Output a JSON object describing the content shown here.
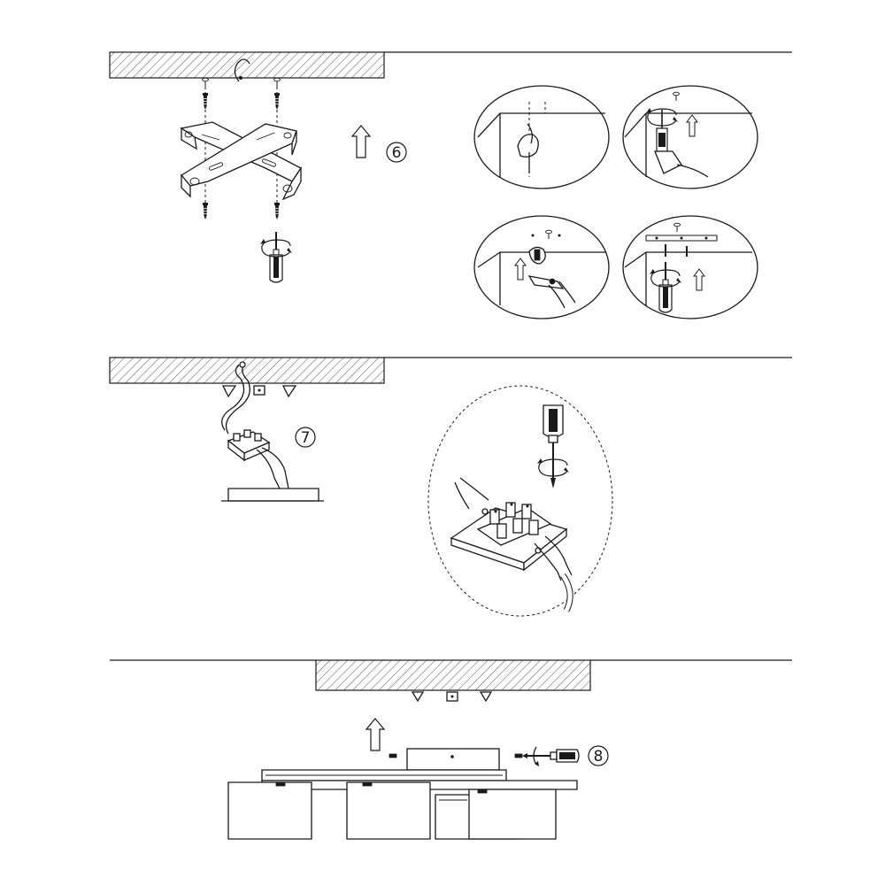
{
  "steps": [
    {
      "number": "6"
    },
    {
      "number": "7"
    },
    {
      "number": "8"
    }
  ],
  "colors": {
    "line": "#1a1a1a",
    "background": "#ffffff"
  },
  "icons": [
    "ceiling-hook-icon",
    "screw-icon",
    "mounting-bracket-icon",
    "screwdriver-icon",
    "drill-icon",
    "up-arrow-icon",
    "terminal-block-icon",
    "rotation-arrow-icon"
  ]
}
